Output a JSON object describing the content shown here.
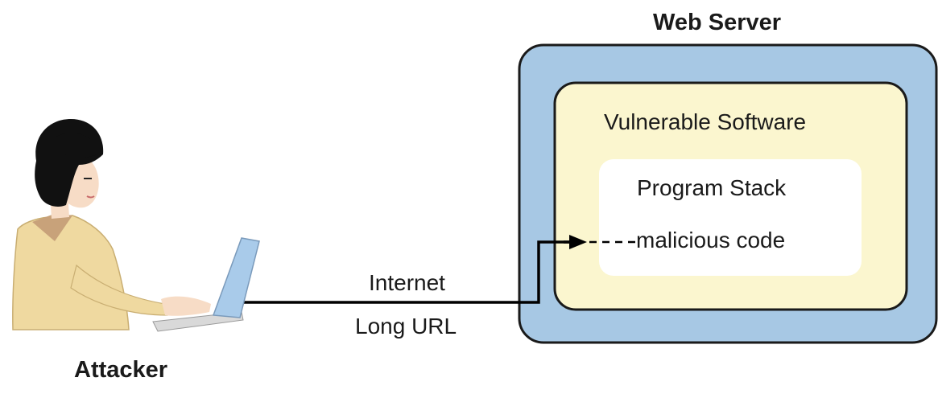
{
  "web_server": {
    "label": "Web Server"
  },
  "vulnerable_software": {
    "label": "Vulnerable Software"
  },
  "program_stack": {
    "label": "Program Stack",
    "injected_label": "malicious code"
  },
  "connection": {
    "top_label": "Internet",
    "bottom_label": "Long URL"
  },
  "attacker": {
    "label": "Attacker"
  },
  "colors": {
    "server_fill": "#a7c8e4",
    "software_fill": "#fbf6cf",
    "stack_fill": "#ffffff",
    "skin": "#f7dcc6",
    "hair": "#111111",
    "shirt": "#efd9a0",
    "laptop_screen": "#a9cbea"
  }
}
